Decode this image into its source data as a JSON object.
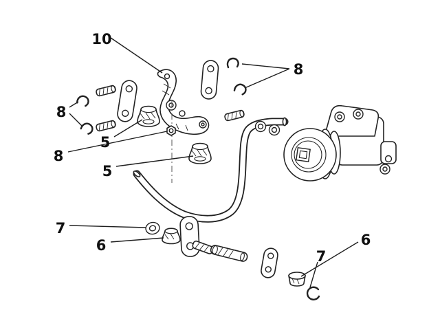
{
  "diagram": {
    "type": "exploded-parts-diagram",
    "background": "#ffffff",
    "line_color": "#1f1f1f",
    "label_color": "#111111",
    "labels": [
      {
        "id": "callout-10",
        "text": "10"
      },
      {
        "id": "callout-8-right",
        "text": "8"
      },
      {
        "id": "callout-8-left-up",
        "text": "8"
      },
      {
        "id": "callout-5-upper",
        "text": "5"
      },
      {
        "id": "callout-8-left-lo",
        "text": "8"
      },
      {
        "id": "callout-5-lower",
        "text": "5"
      },
      {
        "id": "callout-7-left",
        "text": "7"
      },
      {
        "id": "callout-6-left",
        "text": "6"
      },
      {
        "id": "callout-6-right",
        "text": "6"
      },
      {
        "id": "callout-7-right",
        "text": "7"
      }
    ]
  }
}
